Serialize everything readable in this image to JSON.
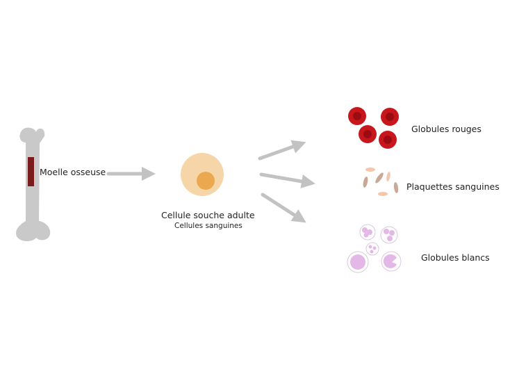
{
  "labels": {
    "bone_marrow": "Moelle osseuse",
    "stem_cell": "Cellule souche adulte",
    "stem_cell_sub": "Cellules sanguines",
    "red_cells": "Globules rouges",
    "platelets": "Plaquettes sanguines",
    "white_cells": "Globules blancs"
  },
  "colors": {
    "bone": "#c9c9c9",
    "marrow": "#7a1c1c",
    "arrow": "#c2c2c2",
    "stem_outer": "#f6d6a8",
    "stem_inner": "#eba84e",
    "red_outer": "#c8161d",
    "red_inner": "#9b0c11",
    "platelet_light": "#f3c7ad",
    "platelet_dark": "#c9a995",
    "white_cell": "#e3b8e6",
    "white_cell_ring": "#d9c7dc"
  },
  "icons": [
    "bone-icon",
    "stem-cell-icon",
    "red-blood-cells-icon",
    "platelets-icon",
    "white-blood-cells-icon"
  ]
}
